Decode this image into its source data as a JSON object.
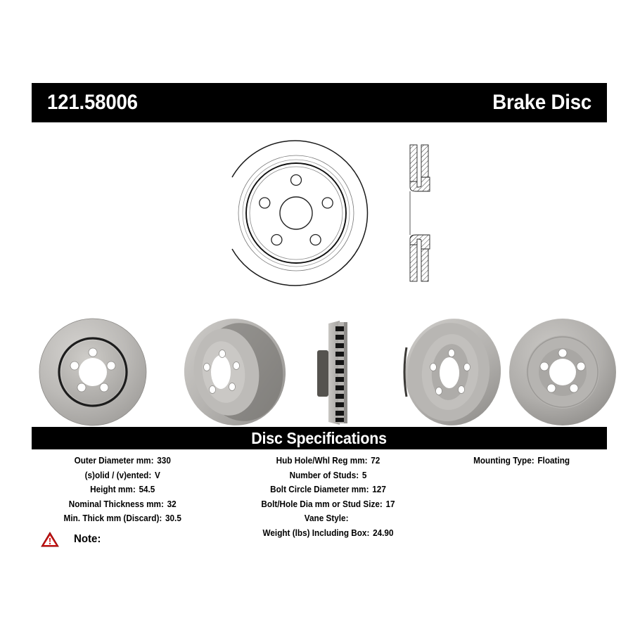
{
  "header": {
    "part_number": "121.58006",
    "product_type": "Brake Disc"
  },
  "drawing": {
    "face_view_name": "disc-face-line-drawing",
    "cross_section_name": "disc-cross-section-line-drawing"
  },
  "photos": [
    {
      "name": "photo-front-face",
      "caption": "Brake disc front face view"
    },
    {
      "name": "photo-angled-hat",
      "caption": "Brake disc angled view showing hat"
    },
    {
      "name": "photo-edge-vents",
      "caption": "Brake disc edge view showing cooling vanes"
    },
    {
      "name": "photo-three-quarter",
      "caption": "Brake disc three-quarter view"
    },
    {
      "name": "photo-rear-face",
      "caption": "Brake disc rear face view"
    }
  ],
  "specs": {
    "title": "Disc Specifications",
    "columns": [
      {
        "rows": [
          {
            "label": "Outer Diameter mm:",
            "value": "330"
          },
          {
            "label": "(s)olid / (v)ented:",
            "value": "V"
          },
          {
            "label": "Height mm:",
            "value": "54.5"
          },
          {
            "label": "Nominal Thickness mm:",
            "value": "32"
          },
          {
            "label": "Min. Thick mm (Discard):",
            "value": "30.5"
          }
        ]
      },
      {
        "rows": [
          {
            "label": "Hub Hole/Whl Reg mm:",
            "value": "72"
          },
          {
            "label": "Number of Studs:",
            "value": "5"
          },
          {
            "label": "Bolt Circle Diameter mm:",
            "value": "127"
          },
          {
            "label": "Bolt/Hole Dia mm or Stud Size:",
            "value": "17"
          },
          {
            "label": "Vane Style:",
            "value": ""
          },
          {
            "label": "Weight (lbs) Including Box:",
            "value": "24.90"
          }
        ]
      },
      {
        "rows": [
          {
            "label": "Mounting Type:",
            "value": "Floating"
          }
        ]
      }
    ]
  },
  "note": {
    "icon": "warning-triangle-icon",
    "label": "Note:",
    "text": ""
  },
  "colors": {
    "bar_background": "#000000",
    "bar_text": "#ffffff",
    "page_background": "#ffffff",
    "warning_red": "#cc1111",
    "rotor_face": "#b9b7b4",
    "rotor_dark_ring": "#2a2a2a"
  }
}
